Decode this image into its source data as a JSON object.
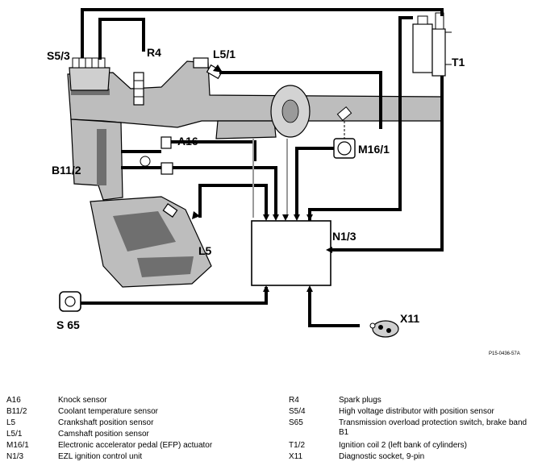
{
  "labels": {
    "S53": "S5/3",
    "R4": "R4",
    "L51": "L5/1",
    "T1": "T1",
    "A16": "A16",
    "B112": "B11/2",
    "M161": "M16/1",
    "N13": "N1/3",
    "L5": "L5",
    "S65": "S 65",
    "X11": "X11"
  },
  "figure_id": "P15-0436-57A",
  "legend_left": [
    {
      "code": "A16",
      "desc": "Knock sensor"
    },
    {
      "code": "B11/2",
      "desc": "Coolant temperature sensor"
    },
    {
      "code": "L5",
      "desc": "Crankshaft position sensor"
    },
    {
      "code": "L5/1",
      "desc": "Camshaft position sensor"
    },
    {
      "code": "M16/1",
      "desc": "Electronic accelerator pedal (EFP) actuator"
    },
    {
      "code": "N1/3",
      "desc": "EZL ignition control unit"
    }
  ],
  "legend_right": [
    {
      "code": "R4",
      "desc": "Spark plugs"
    },
    {
      "code": "S5/4",
      "desc": "High voltage distributor with position sensor"
    },
    {
      "code": "S65",
      "desc": "Transmission overload protection switch, brake band"
    },
    {
      "code": "",
      "desc": "B1"
    },
    {
      "code": "T1/2",
      "desc": "Ignition coil 2 (left bank of cylinders)"
    },
    {
      "code": "X11",
      "desc": "Diagnostic socket, 9-pin"
    }
  ]
}
